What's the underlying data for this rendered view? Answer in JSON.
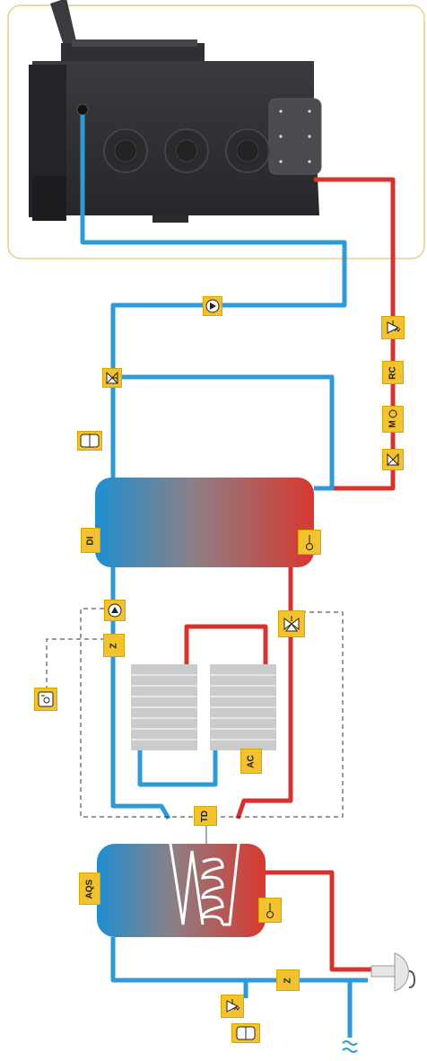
{
  "labels": {
    "rc": "RC",
    "m": "M",
    "di": "DI",
    "z_upper": "Z",
    "ac": "AC",
    "td": "TD",
    "aqs": "AQS",
    "z_lower": "Z"
  },
  "icons": {
    "pump_top": "pump-icon",
    "pump_mid": "pump-icon",
    "valve_left": "valve-icon",
    "expansion_left": "expansion-vessel-icon",
    "safety_valve_right": "safety-valve-icon",
    "valve_right": "valve-icon",
    "thermometer_tank": "thermometer-icon",
    "three_way_valve": "three-way-valve-icon",
    "thermostat": "thermostat-icon",
    "thermometer_boiler": "thermometer-icon",
    "safety_valve_bottom": "safety-valve-icon",
    "expansion_bottom": "expansion-vessel-icon",
    "tap": "tap-icon",
    "water_inlet": "water-wave-icon"
  },
  "colors": {
    "hot_pipe": "#d6332e",
    "cold_pipe": "#2e9bd6",
    "label_fill": "#f2c230",
    "frame": "#e6cf8a",
    "stove": "#2f3033"
  }
}
